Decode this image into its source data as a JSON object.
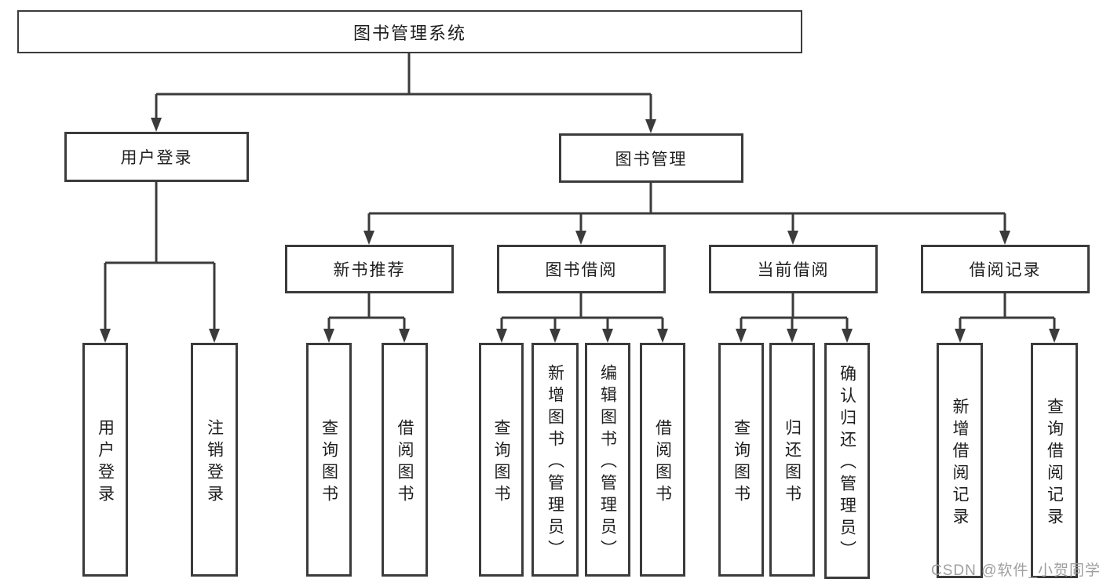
{
  "diagram": {
    "title": "图书管理系统",
    "nodes": {
      "root": "图书管理系统",
      "userLogin": "用户登录",
      "bookMgmt": "图书管理",
      "newBookRecommend": "新书推荐",
      "bookBorrow": "图书借阅",
      "currentBorrow": "当前借阅",
      "borrowRecords": "借阅记录",
      "leafUserLogin": "用户登录",
      "leafLogout": "注销登录",
      "leafQueryBooksA": "查询图书",
      "leafBorrowBooksA": "借阅图书",
      "leafQueryBooksB": "查询图书",
      "leafAddBooks": "新增图书（管理员）",
      "leafEditBooks": "编辑图书（管理员）",
      "leafBorrowBooksB": "借阅图书",
      "leafQueryBooksC": "查询图书",
      "leafReturnBooks": "归还图书",
      "leafConfirmReturn": "确认归还（管理员）",
      "leafAddBorrowRecord": "新增借阅记录",
      "leafQueryBorrowRecord": "查询借阅记录"
    },
    "tree": [
      {
        "label": "图书管理系统",
        "children": [
          {
            "label": "用户登录",
            "children": [
              {
                "label": "用户登录"
              },
              {
                "label": "注销登录"
              }
            ]
          },
          {
            "label": "图书管理",
            "children": [
              {
                "label": "新书推荐",
                "children": [
                  {
                    "label": "查询图书"
                  },
                  {
                    "label": "借阅图书"
                  }
                ]
              },
              {
                "label": "图书借阅",
                "children": [
                  {
                    "label": "查询图书"
                  },
                  {
                    "label": "新增图书（管理员）"
                  },
                  {
                    "label": "编辑图书（管理员）"
                  },
                  {
                    "label": "借阅图书"
                  }
                ]
              },
              {
                "label": "当前借阅",
                "children": [
                  {
                    "label": "查询图书"
                  },
                  {
                    "label": "归还图书"
                  },
                  {
                    "label": "确认归还（管理员）"
                  }
                ]
              },
              {
                "label": "借阅记录",
                "children": [
                  {
                    "label": "新增借阅记录"
                  },
                  {
                    "label": "查询借阅记录"
                  }
                ]
              }
            ]
          }
        ]
      }
    ]
  },
  "watermark": {
    "text": "CSDN @软件_小贺同学"
  },
  "colors": {
    "line": "#3b3b3b",
    "text": "#1e1e1e",
    "watermark": "#9f9f9f",
    "background": "#ffffff"
  }
}
